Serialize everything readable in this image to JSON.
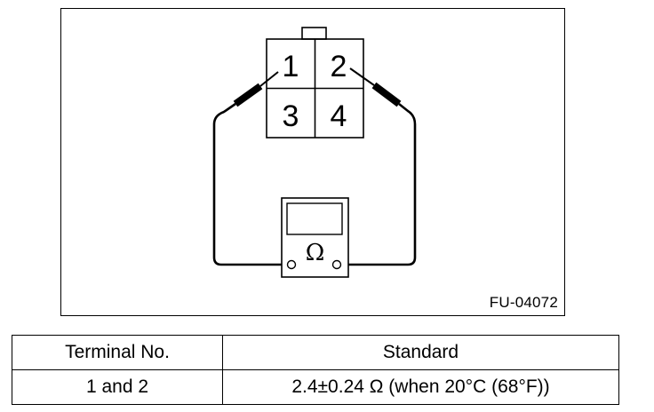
{
  "diagram": {
    "connector_terminals": [
      "1",
      "2",
      "3",
      "4"
    ],
    "meter_symbol": "Ω",
    "figure_code": "FU-04072"
  },
  "table": {
    "headers": [
      "Terminal No.",
      "Standard"
    ],
    "rows": [
      [
        "1 and 2",
        "2.4±0.24 Ω (when 20°C (68°F))"
      ]
    ]
  }
}
